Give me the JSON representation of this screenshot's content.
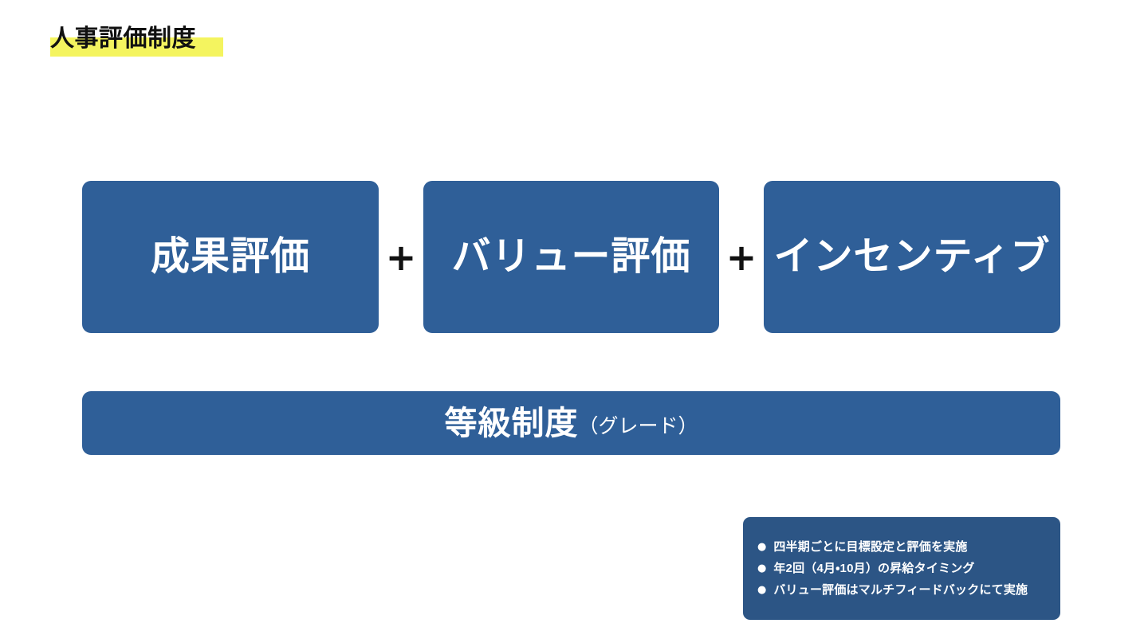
{
  "slide": {
    "title": "人事評価制度",
    "highlight_color": "#f4f45f",
    "box_color": "#2f5f98",
    "notes_box_color": "#2c5585",
    "background_color": "#ffffff"
  },
  "formula": {
    "boxes": [
      {
        "label": "成果評価"
      },
      {
        "label": "バリュー評価"
      },
      {
        "label": "インセンティブ"
      }
    ],
    "operators": [
      {
        "symbol": "+"
      },
      {
        "symbol": "+"
      }
    ]
  },
  "grade": {
    "main_label": "等級制度",
    "sub_label": "（グレード）"
  },
  "notes": {
    "bullet_glyph": "●",
    "items": [
      {
        "text": "四半期ごとに目標設定と評価を実施"
      },
      {
        "text": "年2回（4月・10月）の昇給タイミング"
      },
      {
        "text": "バリュー評価はマルチフィードバックにて実施"
      }
    ]
  }
}
